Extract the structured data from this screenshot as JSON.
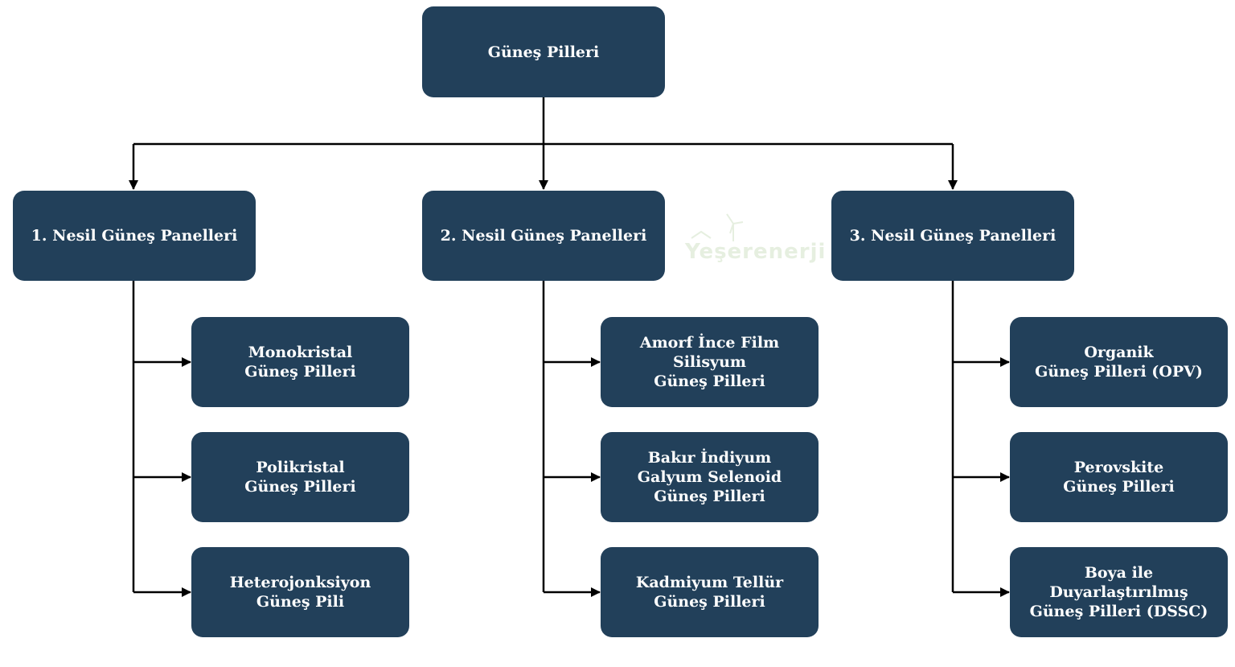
{
  "diagram": {
    "root": {
      "label": "Güneş Pilleri"
    },
    "generations": [
      {
        "label": "1. Nesil Güneş Panelleri",
        "children": [
          {
            "label": "Monokristal\nGüneş Pilleri"
          },
          {
            "label": "Polikristal\nGüneş Pilleri"
          },
          {
            "label": "Heterojonksiyon\nGüneş Pili"
          }
        ]
      },
      {
        "label": "2. Nesil Güneş Panelleri",
        "children": [
          {
            "label": "Amorf İnce Film\nSilisyum\nGüneş Pilleri"
          },
          {
            "label": "Bakır İndiyum\nGalyum Selenoid\nGüneş Pilleri"
          },
          {
            "label": "Kadmiyum Tellür\nGüneş Pilleri"
          }
        ]
      },
      {
        "label": "3. Nesil Güneş Panelleri",
        "children": [
          {
            "label": "Organik\nGüneş Pilleri (OPV)"
          },
          {
            "label": "Perovskite\nGüneş Pilleri"
          },
          {
            "label": "Boya ile\nDuyarlaştırılmış\nGüneş Pilleri (DSSC)"
          }
        ]
      }
    ],
    "watermark": {
      "text": "Yeşerenerji"
    },
    "colors": {
      "node_fill": "#22405a",
      "node_text": "#ffffff",
      "connector": "#000000",
      "watermark": "#e6efe0"
    }
  }
}
